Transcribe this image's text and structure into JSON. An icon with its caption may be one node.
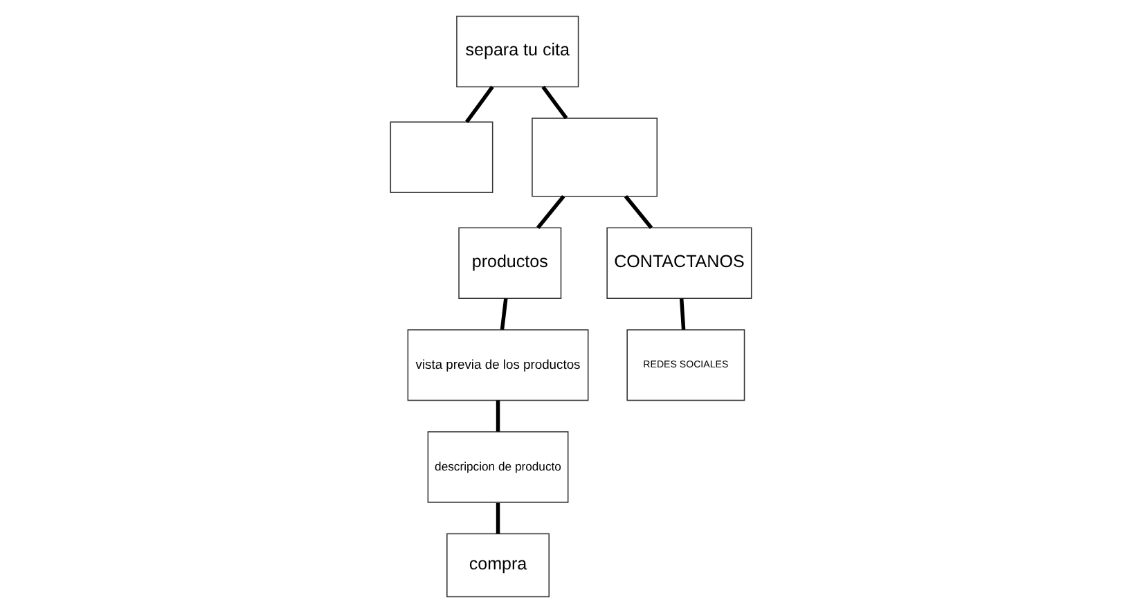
{
  "diagram": {
    "nodes": [
      {
        "text": [
          "separa tu cita"
        ]
      },
      {
        "text": [
          "productos"
        ]
      },
      {
        "text": [],
        "shape": "box"
      },
      {
        "text": [],
        "shape": "box"
      },
      {
        "text": [
          "vista previa de los productos"
        ]
      },
      {
        "text": [
          "REDES SOCIALES"
        ]
      },
      {
        "text": [
          "CONTACTANOS"
        ]
      },
      {
        "text": [
          "descripcion de producto"
        ]
      },
      {
        "text": [
          "compra"
        ]
      }
    ],
    "edges": [
      {
        "from": 0,
        "to": 3,
        "arrow": "none"
      },
      {
        "from": 0,
        "to": 2,
        "arrow": "none"
      },
      {
        "from": 3,
        "to": 1,
        "arrow": "none"
      },
      {
        "from": 1,
        "to": 4,
        "arrow": "none"
      },
      {
        "from": 3,
        "to": 6,
        "arrow": "none"
      },
      {
        "from": 6,
        "to": 5,
        "arrow": "none"
      },
      {
        "from": 4,
        "to": 7,
        "arrow": "none"
      },
      {
        "from": 7,
        "to": 8,
        "arrow": "none"
      }
    ]
  }
}
